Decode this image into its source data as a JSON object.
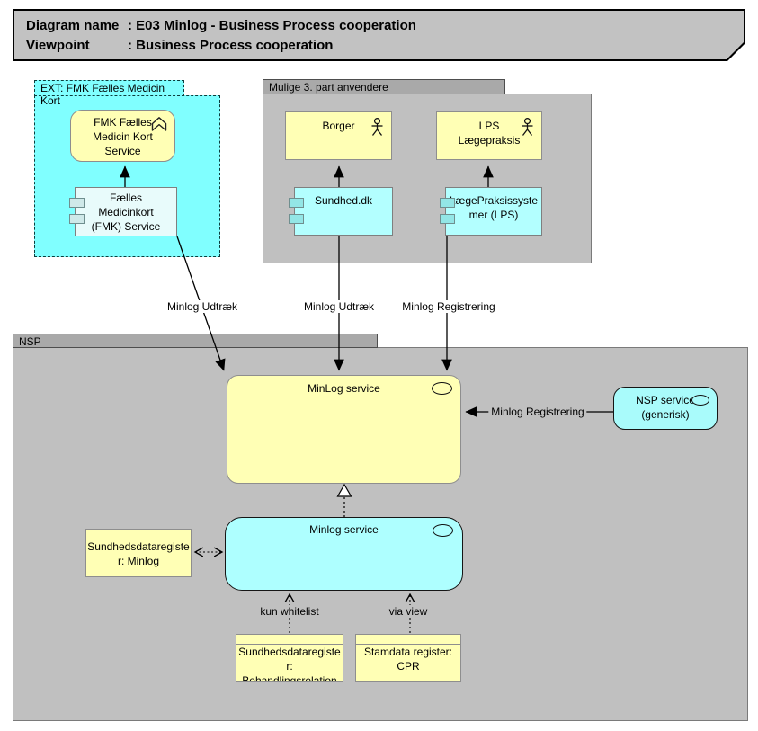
{
  "title": {
    "rows": [
      {
        "label": "Diagram name",
        "value": ": E03 Minlog - Business Process cooperation"
      },
      {
        "label": "Viewpoint",
        "value": ": Business Process cooperation"
      }
    ]
  },
  "groups": {
    "ext": {
      "label": "EXT: FMK Fælles Medicin Kort"
    },
    "mulige": {
      "label": "Mulige 3. part anvendere"
    },
    "nsp": {
      "label": "NSP"
    }
  },
  "nodes": {
    "fmk_service": {
      "label": [
        "FMK Fælles",
        "Medicin Kort",
        "Service"
      ],
      "type": "function"
    },
    "fmk_component": {
      "label": [
        "Fælles",
        "Medicinkort",
        "(FMK) Service"
      ],
      "type": "component"
    },
    "borger": {
      "label": [
        "Borger"
      ],
      "type": "actor"
    },
    "lps_actor": {
      "label": [
        "LPS",
        "Lægepraksis"
      ],
      "type": "actor"
    },
    "sundhed_dk": {
      "label": [
        "Sundhed.dk"
      ],
      "type": "component"
    },
    "lps_component": {
      "label": [
        "LægePraksissyste",
        "mer (LPS)"
      ],
      "type": "component"
    },
    "minlog_service_upper": {
      "label": [
        "MinLog service"
      ],
      "type": "service"
    },
    "nsp_service": {
      "label": [
        "NSP service",
        "(generisk)"
      ],
      "type": "service"
    },
    "minlog_service_lower": {
      "label": [
        "Minlog service"
      ],
      "type": "service"
    },
    "sdr_minlog": {
      "label": [
        "Sundhedsdataregiste",
        "r: Minlog"
      ],
      "type": "data-object"
    },
    "sdr_behandling": {
      "label": [
        "Sundhedsdataregiste",
        "r:",
        "Behandlingsrelation"
      ],
      "type": "data-object"
    },
    "stamdata_cpr": {
      "label": [
        "Stamdata register:",
        "CPR"
      ],
      "type": "data-object"
    }
  },
  "edges": {
    "fmk_udtraek": "Minlog Udtræk",
    "sundhed_udtraek": "Minlog Udtræk",
    "lps_registrering": "Minlog Registrering",
    "nsp_registrering": "Minlog Registrering",
    "kun_whitelist": "kun whitelist",
    "via_view": "via view"
  },
  "colors": {
    "group_cyan": "#80FFFF",
    "component_cyan": "#B3FFFF",
    "service_cyan": "#A9FBFB",
    "node_yellow": "#FFFFB5",
    "group_gray_tab": "#A9A9A9",
    "group_gray_body": "#C0C0C0",
    "title_gray": "#C2C2C2"
  }
}
